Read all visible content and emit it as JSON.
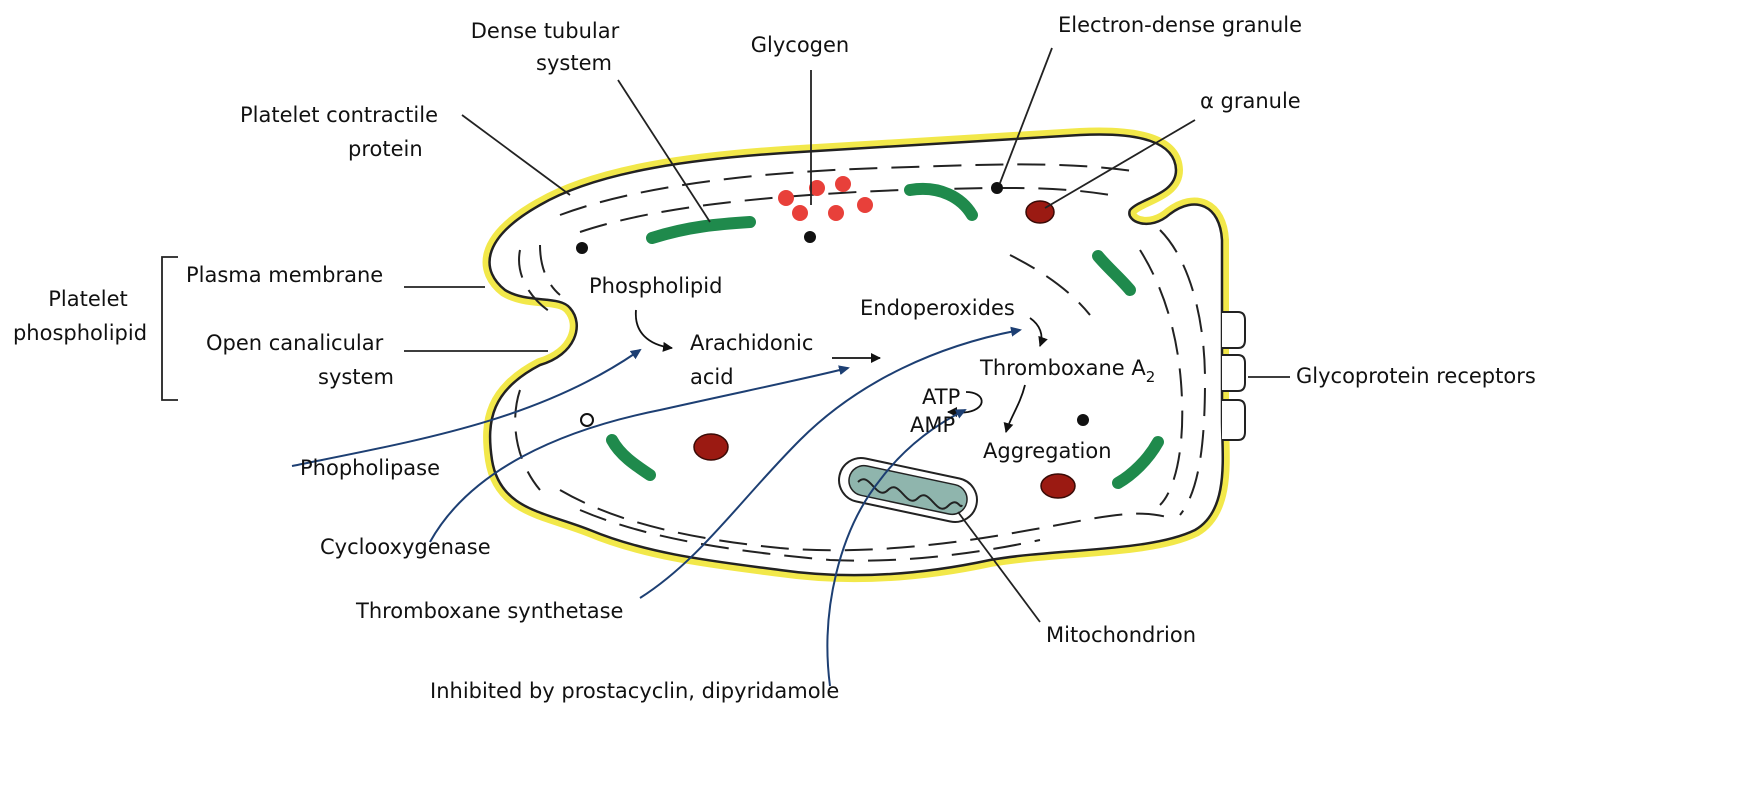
{
  "colors": {
    "membrane_outline": "#222222",
    "membrane_halo": "#f2e84a",
    "tubular": "#1f8a4c",
    "glycogen": "#e8403a",
    "alpha_granule": "#9b1a12",
    "dense_granule": "#111111",
    "mitochondrion": "#8fb5ad",
    "arrow_blue": "#1d3f73",
    "text": "#111111"
  },
  "labels": {
    "dense_tubular_1": "Dense tubular",
    "dense_tubular_2": "system",
    "glycogen": "Glycogen",
    "electron_dense": "Electron-dense granule",
    "alpha_granule": "α granule",
    "contractile_1": "Platelet contractile",
    "contractile_2": "protein",
    "plasma_membrane": "Plasma membrane",
    "platelet_phospholipid_1": "Platelet",
    "platelet_phospholipid_2": "phospholipid",
    "open_canalicular_1": "Open canalicular",
    "open_canalicular_2": "system",
    "phospholipid": "Phospholipid",
    "arachidonic_1": "Arachidonic",
    "arachidonic_2": "acid",
    "endoperoxides": "Endoperoxides",
    "thromboxane_a2": "Thromboxane A",
    "thromboxane_sub": "2",
    "atp": "ATP",
    "amp": "AMP",
    "aggregation": "Aggregation",
    "glycoprotein_receptors": "Glycoprotein receptors",
    "phospholipase": "Phopholipase",
    "cyclooxygenase": "Cyclooxygenase",
    "thromboxane_synthetase": "Thromboxane synthetase",
    "mitochondrion": "Mitochondrion",
    "inhibited": "Inhibited by prostacyclin, dipyridamole"
  }
}
